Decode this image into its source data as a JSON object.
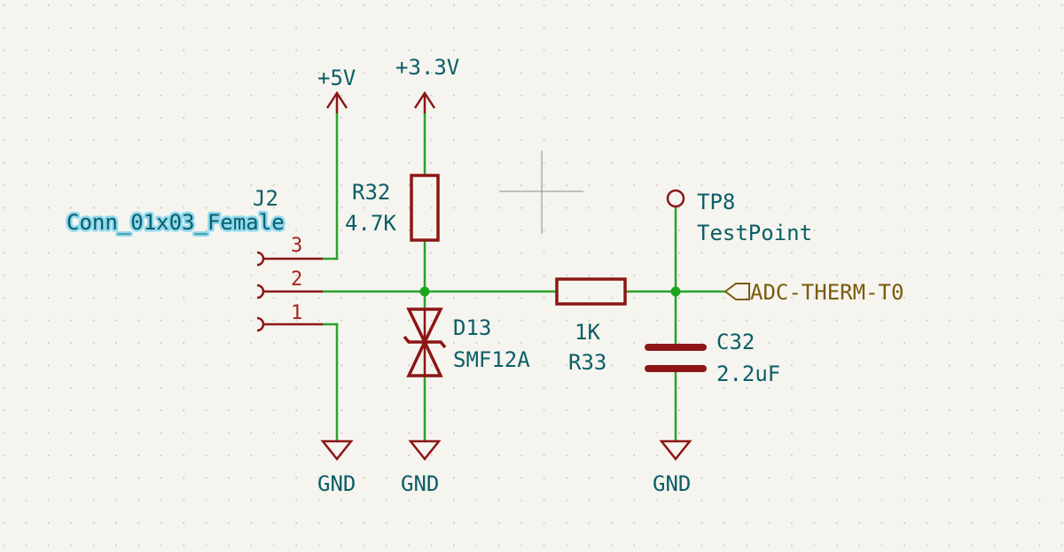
{
  "schematic": {
    "power": {
      "p5v": "+5V",
      "p3v3": "+3.3V",
      "gnd1": "GND",
      "gnd2": "GND",
      "gnd3": "GND"
    },
    "connector": {
      "ref": "J2",
      "value": "Conn_01x03_Female",
      "pins": [
        "3",
        "2",
        "1"
      ]
    },
    "r32": {
      "ref": "R32",
      "value": "4.7K"
    },
    "r33": {
      "ref": "R33",
      "value": "1K"
    },
    "d13": {
      "ref": "D13",
      "value": "SMF12A"
    },
    "c32": {
      "ref": "C32",
      "value": "2.2uF"
    },
    "tp8": {
      "ref": "TP8",
      "value": "TestPoint"
    },
    "global_label": "ADC-THERM-T0"
  },
  "colors": {
    "background": "#f5f4ef",
    "wire": "#2aa12a",
    "component": "#8c1616",
    "label_text": "#0a5e66",
    "global_label": "#7a5a0a"
  }
}
